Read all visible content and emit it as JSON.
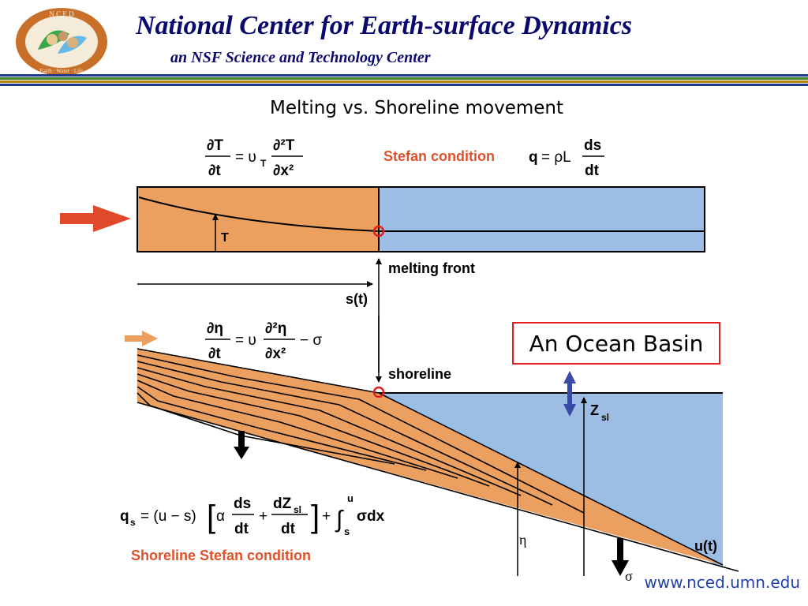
{
  "header": {
    "logo_text": "N C E D",
    "logo_motto": "Earth · Water · Life",
    "title": "National Center  for Earth-surface Dynamics",
    "subtitle": "an NSF Science and Technology Center",
    "stripe_colors": [
      "#1e3a8a",
      "#3a7d2c",
      "#b8860b",
      "#1e3a8a"
    ]
  },
  "slide": {
    "title": "Melting vs. Shoreline movement"
  },
  "diagram": {
    "eq_heat": {
      "dT": "∂T",
      "dt": "∂t",
      "eq": "= υ",
      "sub_T": "T",
      "d2T": "∂²T",
      "dx2": "∂x²"
    },
    "stefan_label": "Stefan condition",
    "stefan_eq": {
      "q": "q",
      "eq": "= ρL",
      "ds": "ds",
      "dt": "dt"
    },
    "T_label": "T",
    "melting_front_label": "melting front",
    "s_label": "s(t)",
    "eq_eta": {
      "deta": "∂η",
      "dt": "∂t",
      "eq": "= υ",
      "d2eta": "∂²η",
      "dx2": "∂x²",
      "minus_sigma": "− σ"
    },
    "shoreline_label": "shoreline",
    "zsl_label": "Z",
    "zsl_sub": "sl",
    "eta_label": "η",
    "sigma_label": "σ",
    "u_label": "u(t)",
    "qs_eq": {
      "lhs": "q",
      "lhs_sub": "s",
      "eq": "= (u − s)",
      "alpha": "α",
      "ds": "ds",
      "dt": "dt",
      "plus": "+",
      "dZ": "dZ",
      "dZ_sub": "sl",
      "dt2": "dt",
      "int_upper": "u",
      "int_lower": "s",
      "int_body": "σdx"
    },
    "shoreline_stefan_label": "Shoreline Stefan condition",
    "colors": {
      "solid": "#eba060",
      "liquid": "#9dbde4",
      "arrow_red": "#e04a2a",
      "arrow_orange": "#eba060",
      "arrow_blue": "#3a4aa8",
      "stefan_red": "#e0502a"
    }
  },
  "basin_label": "An Ocean Basin",
  "footer": {
    "url": "www.nced.umn.edu"
  }
}
